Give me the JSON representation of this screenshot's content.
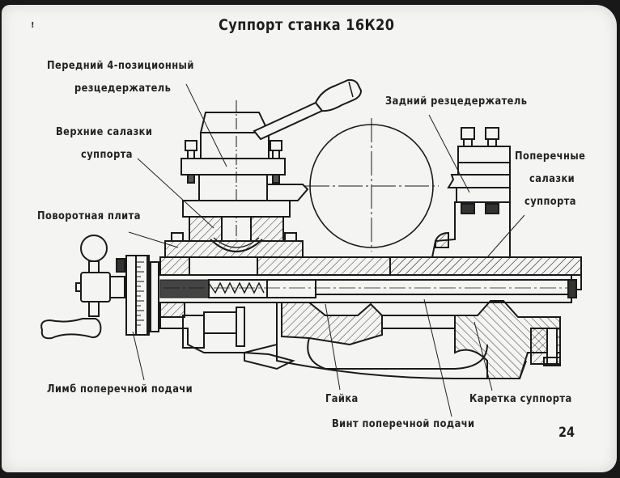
{
  "slide": {
    "title": "Суппорт станка 16К20",
    "page_number": "24",
    "corner_mark": "!"
  },
  "labels": {
    "front_toolholder_line1": "Передний 4-позиционный",
    "front_toolholder_line2": "резцедержатель",
    "upper_slide_line1": "Верхние салазки",
    "upper_slide_line2": "суппорта",
    "swivel_plate": "Поворотная плита",
    "rear_toolholder": "Задний резцедержатель",
    "cross_slide_line1": "Поперечные",
    "cross_slide_line2": "салазки",
    "cross_slide_line3": "суппорта",
    "cross_feed_dial": "Лимб поперечной подачи",
    "nut": "Гайка",
    "cross_feed_screw": "Винт поперечной подачи",
    "carriage": "Каретка суппорта"
  },
  "colors": {
    "ink": "#222222",
    "paper": "#f4f4f2",
    "frame": "#181818"
  }
}
